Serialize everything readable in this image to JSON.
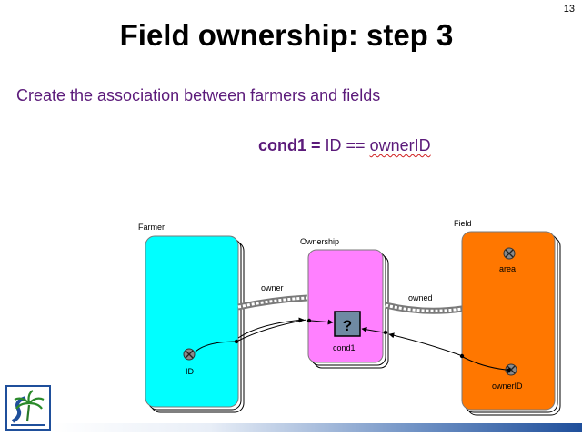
{
  "slide": {
    "number": "13",
    "title": "Field ownership: step 3",
    "subtitle": "Create the association between farmers and fields",
    "formula": {
      "lhs": "cond1 =",
      "middle": " ID == ",
      "rhs": "ownerID"
    }
  },
  "diagram": {
    "farmer": {
      "label": "Farmer",
      "attribute": "ID",
      "color": "#00ffff"
    },
    "ownership": {
      "label": "Ownership",
      "condition_label": "cond1",
      "condition_symbol": "?",
      "color": "#ff80ff"
    },
    "field": {
      "label": "Field",
      "attributes": [
        "area",
        "ownerID"
      ],
      "color": "#ff7700"
    },
    "relations": {
      "owner": "owner",
      "owned": "owned"
    }
  },
  "colors": {
    "text_accent": "#5b1a7a",
    "footer_dark": "#1f4f9b"
  }
}
